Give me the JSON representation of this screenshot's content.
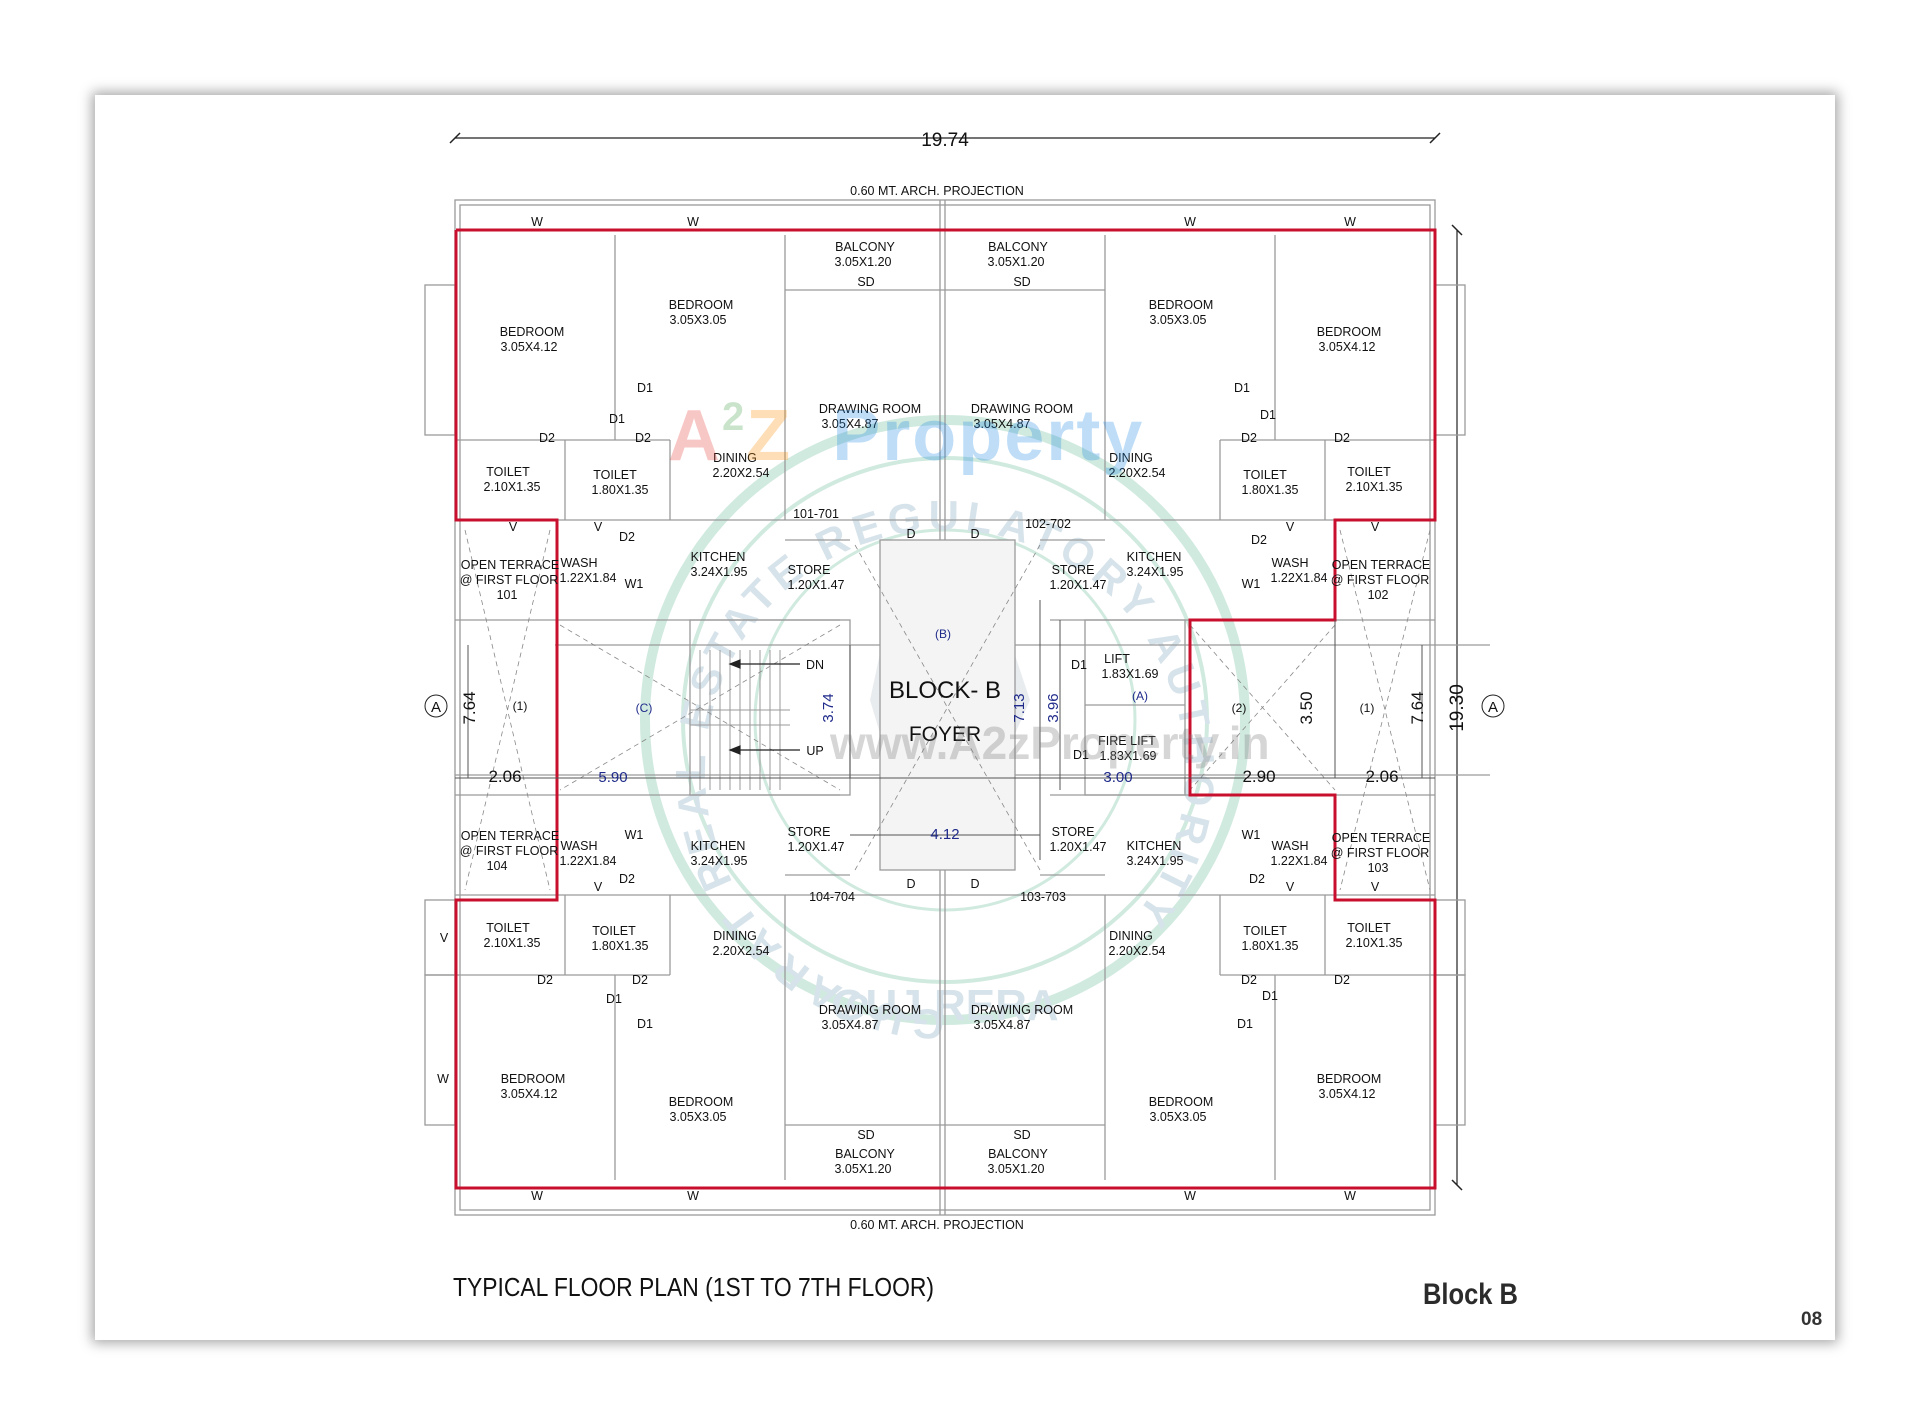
{
  "drawing": {
    "overall_width": "19.74",
    "overall_depth": "19.30",
    "projection_top": "0.60 MT. ARCH. PROJECTION",
    "projection_bottom": "0.60 MT. ARCH. PROJECTION",
    "block_title": "BLOCK- B",
    "foyer": "FOYER",
    "section_mark": "A",
    "window_tag": "W",
    "ventilator_tag": "V",
    "sliding_door_tag": "SD",
    "door_tags": [
      "D",
      "D1",
      "D2",
      "W1"
    ],
    "stair_dn": "DN",
    "stair_up": "UP",
    "unit_numbers": [
      "101-701",
      "102-702",
      "104-704",
      "103-703"
    ],
    "rooms": {
      "bedroom_large": [
        "BEDROOM",
        "3.05X4.12"
      ],
      "bedroom_small": [
        "BEDROOM",
        "3.05X3.05"
      ],
      "balcony": [
        "BALCONY",
        "3.05X1.20"
      ],
      "drawing_room": [
        "DRAWING ROOM",
        "3.05X4.87"
      ],
      "dining": [
        "DINING",
        "2.20X2.54"
      ],
      "toilet_a": [
        "TOILET",
        "2.10X1.35"
      ],
      "toilet_b": [
        "TOILET",
        "1.80X1.35"
      ],
      "kitchen": [
        "KITCHEN",
        "3.24X1.95"
      ],
      "store": [
        "STORE",
        "1.20X1.47"
      ],
      "wash": [
        "WASH",
        "1.22X1.84"
      ],
      "terrace_101": [
        "OPEN TERRACE",
        "@ FIRST FLOOR",
        "101"
      ],
      "terrace_102": [
        "OPEN TERRACE",
        "@ FIRST FLOOR",
        "102"
      ],
      "terrace_104": [
        "OPEN TERRACE",
        "@ FIRST FLOOR",
        "104"
      ],
      "terrace_103": [
        "OPEN TERRACE",
        "@ FIRST FLOOR",
        "103"
      ],
      "lift": [
        "LIFT",
        "1.83X1.69"
      ],
      "fire_lift": [
        "FIRE LIFT",
        "1.83X1.69"
      ]
    },
    "dimensions": {
      "left_depth": "7.64",
      "right_depth": "7.64",
      "left_cut": "2.06",
      "right_cut": "2.06",
      "stair_width": "5.90",
      "stair_depth": "3.74",
      "foyer_depth": "7.13",
      "lift_depth": "3.96",
      "lift_width": "3.00",
      "duct_width": "2.90",
      "duct_depth": "3.50",
      "foyer_width": "4.12"
    },
    "tags": {
      "a": "(A)",
      "b": "(B)",
      "c": "(C)",
      "one": "(1)",
      "two": "(2)"
    }
  },
  "watermark": {
    "logo_a": "A",
    "logo_2": "2",
    "logo_z": "Z",
    "logo_property": "Property",
    "site": "www.A2zProperty.in",
    "seal_text": "GUJARAT REAL ESTATE REGULATORY AUTHORITY",
    "seal_bottom": "GUJ RERA"
  },
  "caption": "TYPICAL FLOOR PLAN (1ST TO 7TH FLOOR)",
  "block_label": "Block B",
  "page_number": "08"
}
